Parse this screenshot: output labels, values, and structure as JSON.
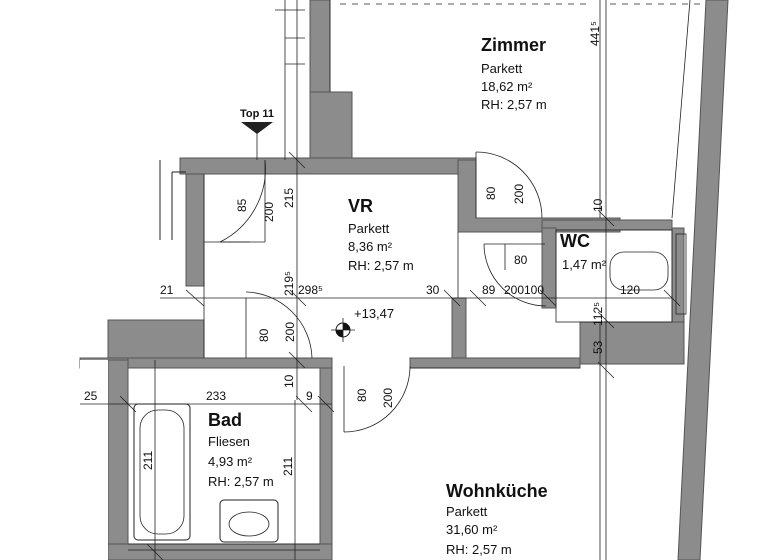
{
  "rooms": {
    "zimmer": {
      "name": "Zimmer",
      "floor": "Parkett",
      "area": "18,62 m²",
      "height": "RH: 2,57 m"
    },
    "vr": {
      "name": "VR",
      "floor": "Parkett",
      "area": "8,36 m²",
      "height": "RH: 2,57 m"
    },
    "wc": {
      "name": "WC",
      "area": "1,47 m²"
    },
    "bad": {
      "name": "Bad",
      "floor": "Fliesen",
      "area": "4,93 m²",
      "height": "RH: 2,57 m"
    },
    "wohnkueche": {
      "name": "Wohnküche",
      "floor": "Parkett",
      "area": "31,60 m²",
      "height": "RH: 2,57 m"
    }
  },
  "marker": {
    "label": "Top 11"
  },
  "elevation": "+13,47",
  "dimensions": {
    "d441": "441⁵",
    "d85": "85",
    "d200a": "200",
    "d215": "215",
    "d80a": "80",
    "d200b": "200",
    "d10a": "10",
    "d80wc": "80",
    "d21": "21",
    "d219": "219⁵",
    "d298": "298⁵",
    "d30": "30",
    "d89": "89",
    "d200c": "200",
    "d100": "100",
    "d112": "112⁵",
    "d120": "120",
    "d80b": "80",
    "d200d": "200",
    "d10b": "10",
    "d9": "9",
    "d53": "53",
    "d25": "25",
    "d233": "233",
    "d211a": "211",
    "d211b": "211",
    "d80c": "80",
    "d200e": "200"
  }
}
